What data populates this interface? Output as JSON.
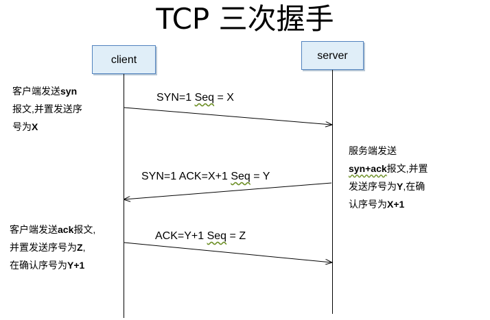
{
  "title": "TCP 三次握手",
  "participants": {
    "client": "client",
    "server": "server"
  },
  "notes": {
    "client_1": {
      "line1_pre": "客户端发送",
      "line1_kw": "syn",
      "line2": "报文,并置发送序",
      "line3_pre": "号为",
      "line3_kw": "X"
    },
    "server": {
      "line1": "服务端发送",
      "line2_kw": "syn+ack",
      "line2_post": "报文,并置",
      "line3_pre": "发送序号为",
      "line3_kw": "Y",
      "line3_post": ",在确",
      "line4_pre": "认序号为",
      "line4_kw": "X+1"
    },
    "client_2": {
      "line1_pre": "客户端发送",
      "line1_kw": "ack",
      "line1_post": "报文,",
      "line2_pre": "并置发送序号为",
      "line2_kw": "Z",
      "line2_post": ",",
      "line3_pre": "在确认序号为",
      "line3_kw": "Y+1"
    }
  },
  "messages": {
    "m1": {
      "pre": "SYN=1  ",
      "seq": "Seq",
      "post": " = X"
    },
    "m2": {
      "pre": "SYN=1  ACK=X+1 ",
      "seq": "Seq",
      "post": " = Y"
    },
    "m3": {
      "pre": "ACK=Y+1 ",
      "seq": "Seq",
      "post": " = Z"
    }
  }
}
